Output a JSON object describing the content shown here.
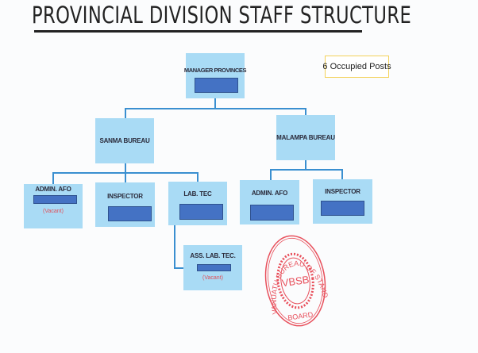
{
  "title": "PROVINCIAL DIVISION STAFF STRUCTURE",
  "note": "6 Occupied Posts",
  "nodes": {
    "manager": {
      "label": "MANAGER PROVINCES"
    },
    "sanma": {
      "label": "SANMA BUREAU"
    },
    "malampa": {
      "label": "MALAMPA BUREAU"
    },
    "sanma_admin": {
      "label": "ADMIN.  AFO",
      "status": "(Vacant)"
    },
    "sanma_inspector": {
      "label": "INSPECTOR"
    },
    "sanma_labtec": {
      "label": "LAB. TEC"
    },
    "sanma_asslabtec": {
      "label": "ASS. LAB.   TEC.",
      "status": "(Vacant)"
    },
    "malampa_admin": {
      "label": "ADMIN.  AFO"
    },
    "malampa_inspector": {
      "label": "INSPECTOR"
    }
  },
  "stamp": {
    "ring_text": "VANUATU BUREAU OF STANDARDS",
    "bottom_text": "BOARD",
    "center_text": "VBSB",
    "color": "#e8505c"
  }
}
